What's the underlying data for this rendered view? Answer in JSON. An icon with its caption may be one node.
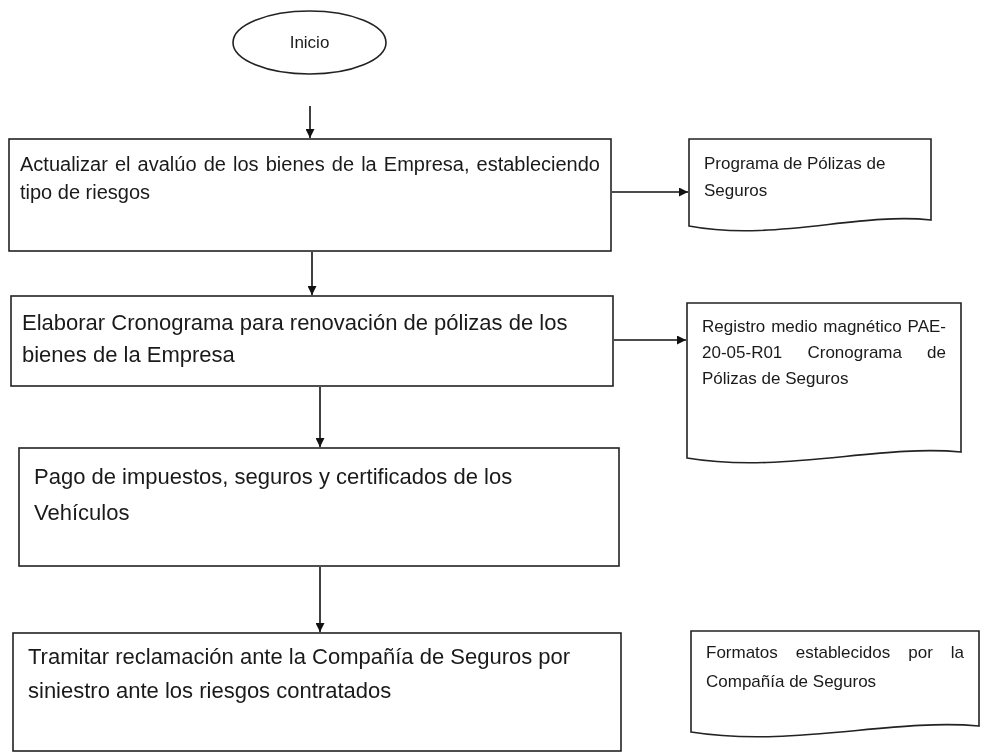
{
  "diagram": {
    "nodes": [
      {
        "text": [
          "Inicio"
        ]
      },
      {
        "text": [
          "Actualizar el avalúo de los bienes de la Empresa, estableciendo tipo de riesgos"
        ]
      },
      {
        "text": [
          "Programa de Pólizas de Seguros"
        ]
      },
      {
        "text": [
          "Elaborar Cronograma para renovación de pólizas de los bienes de la Empresa"
        ]
      },
      {
        "text": [
          "Registro medio magnético PAE-20-05-R01 Cronograma de Pólizas de Seguros"
        ]
      },
      {
        "text": [
          "Pago de impuestos, seguros y certificados de los Vehículos"
        ]
      },
      {
        "text": [
          "Tramitar reclamación ante la Compañía de Seguros por siniestro ante los riesgos contratados"
        ]
      },
      {
        "text": [
          "Formatos establecidos por la Compañía de Seguros"
        ]
      }
    ],
    "edges": [
      {
        "from": null,
        "to": 1,
        "arrow": "to"
      },
      {
        "from": 1,
        "to": 2,
        "arrow": "to"
      },
      {
        "from": 1,
        "to": 3,
        "arrow": "to"
      },
      {
        "from": 3,
        "to": 4,
        "arrow": "to"
      },
      {
        "from": 3,
        "to": 5,
        "arrow": "to"
      },
      {
        "from": 5,
        "to": 6,
        "arrow": "to"
      }
    ]
  }
}
